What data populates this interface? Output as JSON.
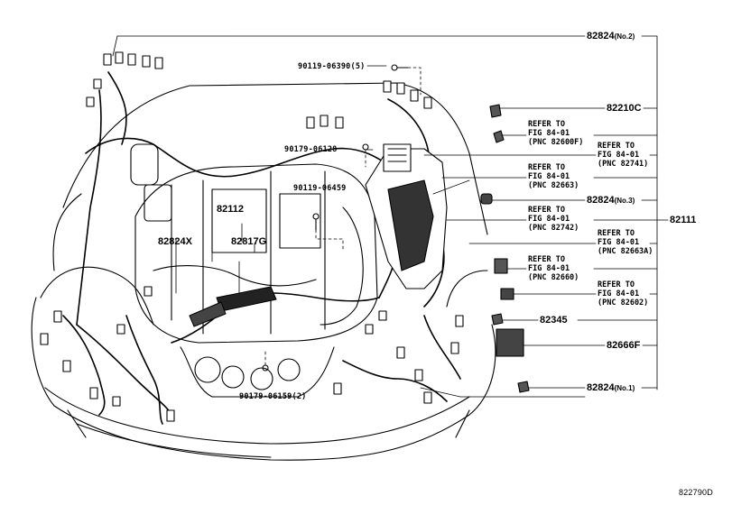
{
  "parts": {
    "p82824_no2": {
      "num": "82824",
      "sub": "(No.2)"
    },
    "p90119_06390": {
      "num": "90119-06390",
      "sub": "(5)"
    },
    "p82210C": {
      "num": "82210C"
    },
    "p90179_06128": {
      "num": "90179-06128"
    },
    "p90119_06459": {
      "num": "90119-06459"
    },
    "p82112": {
      "num": "82112"
    },
    "p82824X": {
      "num": "82824X"
    },
    "p82817G": {
      "num": "82817G"
    },
    "p82824_no3": {
      "num": "82824",
      "sub": "(No.3)"
    },
    "p82111": {
      "num": "82111"
    },
    "p82345": {
      "num": "82345"
    },
    "p82666F": {
      "num": "82666F"
    },
    "p82824_no1": {
      "num": "82824",
      "sub": "(No.1)"
    },
    "p90179_06159": {
      "num": "90179-06159",
      "sub": "(2)"
    }
  },
  "refs": [
    {
      "l1": "REFER TO",
      "l2": "FIG 84-01",
      "l3": "(PNC 82600F)"
    },
    {
      "l1": "REFER TO",
      "l2": "FIG 84-01",
      "l3": "(PNC 82741)"
    },
    {
      "l1": "REFER TO",
      "l2": "FIG 84-01",
      "l3": "(PNC 82663)"
    },
    {
      "l1": "REFER TO",
      "l2": "FIG 84-01",
      "l3": "(PNC 82742)"
    },
    {
      "l1": "REFER TO",
      "l2": "FIG 84-01",
      "l3": "(PNC 82663A)"
    },
    {
      "l1": "REFER TO",
      "l2": "FIG 84-01",
      "l3": "(PNC 82660)"
    },
    {
      "l1": "REFER TO",
      "l2": "FIG 84-01",
      "l3": "(PNC 82602)"
    }
  ],
  "figure_id": "822790D"
}
